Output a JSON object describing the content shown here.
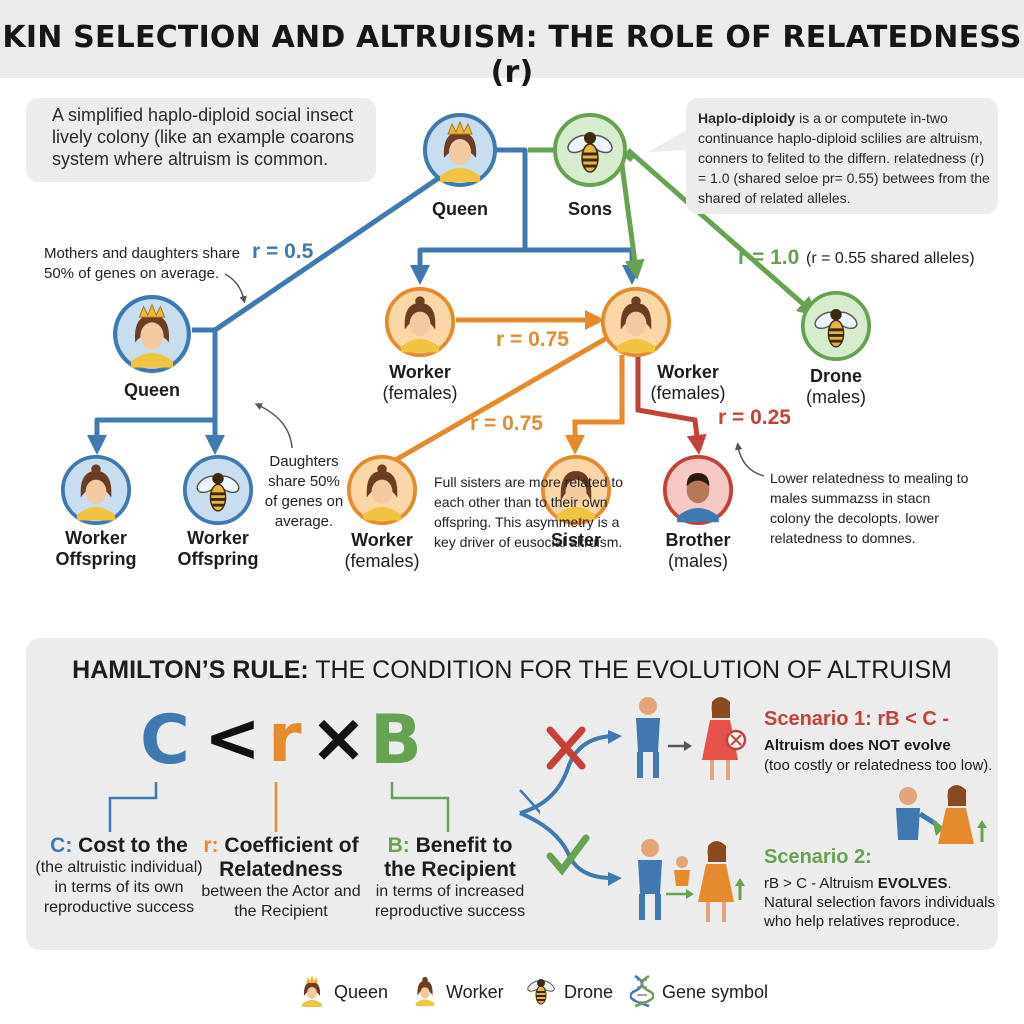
{
  "title": "KIN SELECTION AND ALTRUISM: THE ROLE OF RELATEDNESS (r)",
  "colors": {
    "blue": "#3f79b0",
    "green": "#67a152",
    "orange": "#e68a2e",
    "red": "#c6403a",
    "title_band": "#ececec",
    "panel": "#ececec"
  },
  "top_left_callout": "A simplified haplo-diploid social insect lively colony (like an example coarons system where altruism is common.",
  "top_right_callout": {
    "bold_lead": "Haplo-diploidy",
    "text": "is a or computete in-two continuance haplo-diploid sclilies are altruism, conners to felited to the differn. relatedness (r) = 1.0 (shared seloe pr= 0.55) betwees from the shared of related alleles."
  },
  "nodes": {
    "queen_top": {
      "label": "Queen",
      "icon": "queen-icon"
    },
    "sons_top": {
      "label": "Sons",
      "icon": "bee-icon"
    },
    "queen_left": {
      "label": "Queen",
      "icon": "queen-icon"
    },
    "worker_offspring_1": {
      "label": "Worker Offspring",
      "icon": "worker-icon"
    },
    "worker_offspring_2": {
      "label": "Worker Offspring",
      "icon": "bee-icon"
    },
    "worker_mid_left": {
      "label": "Worker",
      "sub": "(females)",
      "icon": "worker-icon"
    },
    "worker_mid_right": {
      "label": "Worker",
      "sub": "(females)",
      "icon": "worker-icon"
    },
    "drone": {
      "label": "Drone",
      "sub": "(males)",
      "icon": "bee-icon"
    },
    "worker_bottom": {
      "label": "Worker",
      "sub": "(females)",
      "icon": "worker-icon"
    },
    "sister": {
      "label": "Sister",
      "icon": "worker-icon"
    },
    "brother": {
      "label": "Brother",
      "sub": "(males)",
      "icon": "male-icon"
    }
  },
  "relatedness_labels": {
    "queen_daughter": "r = 0.5",
    "sons_drone": "r = 1.0",
    "sons_drone_note": "(r = 0.55 shared alleles)",
    "worker_worker": "r = 0.75",
    "worker_sister": "r = 0.75",
    "worker_brother": "r = 0.25"
  },
  "notes": {
    "mothers_daughters": "Mothers and daughters share 50% of genes on average.",
    "daughters": "Daughters share 50% of genes on average.",
    "full_sisters": "Full sisters are more related to each other than to their own offspring. This asymmetry is a key driver of eusocial altruism.",
    "lower_relatedness": "Lower relatedness to mealing to males summazss in stacn colony the decolopts. lower relatedness to domnes."
  },
  "hamilton": {
    "title_bold": "HAMILTON’S RULE:",
    "title_rest": "THE CONDITION FOR THE EVOLUTION OF ALTRUISM",
    "formula": {
      "c": "C",
      "lt": "<",
      "r": "r",
      "times": "×",
      "b": "B"
    },
    "terms": {
      "c": {
        "key": "C:",
        "name": "Cost to the",
        "sub": "(the altruistic individual) in terms of its own reproductive success"
      },
      "r": {
        "key": "r:",
        "name_1": "Coefficient of",
        "name_2": "Relatedness",
        "sub": "between the Actor and the Recipient"
      },
      "b": {
        "key": "B:",
        "name_1": "Benefit to",
        "name_2": "the Recipient",
        "sub": "in terms of increased reproductive success"
      }
    },
    "scenario1": {
      "title": "Scenario 1: rB < C -",
      "bold": "Altruism does NOT evolve",
      "text": "(too costly or relatedness too low)."
    },
    "scenario2": {
      "title": "Scenario 2:",
      "text_start": "rB > C - Altruism",
      "bold": "EVOLVES",
      "text_end": ". Natural selection favors individuals who help relatives reproduce."
    }
  },
  "legend": [
    {
      "icon": "queen-icon",
      "label": "Queen"
    },
    {
      "icon": "worker-icon",
      "label": "Worker"
    },
    {
      "icon": "bee-icon",
      "label": "Drone"
    },
    {
      "icon": "dna-icon",
      "label": "Gene symbol"
    }
  ]
}
